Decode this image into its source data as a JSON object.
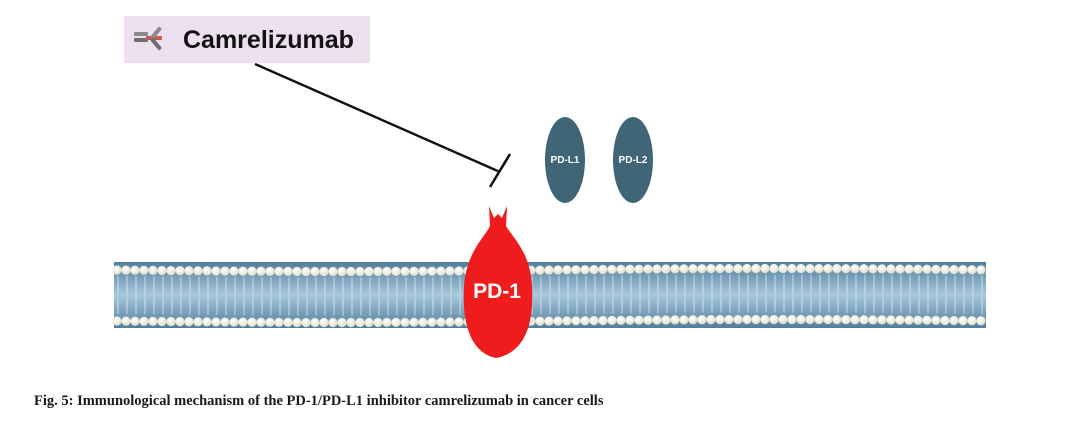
{
  "drug": {
    "name": "Camrelizumab",
    "icon": "antibody-icon"
  },
  "receptors": {
    "pd1": "PD-1",
    "pdl1": "PD-L1",
    "pdl2": "PD-L2"
  },
  "colors": {
    "drug_box": "#eddff0",
    "pd1": "#ee1c1c",
    "ligand": "#3f6577",
    "membrane_lipid_head": "#f3efe2",
    "membrane_tail": "#6e9cba"
  },
  "caption": "Fig. 5: Immunological mechanism of the PD-1/PD-L1 inhibitor camrelizumab in cancer cells"
}
